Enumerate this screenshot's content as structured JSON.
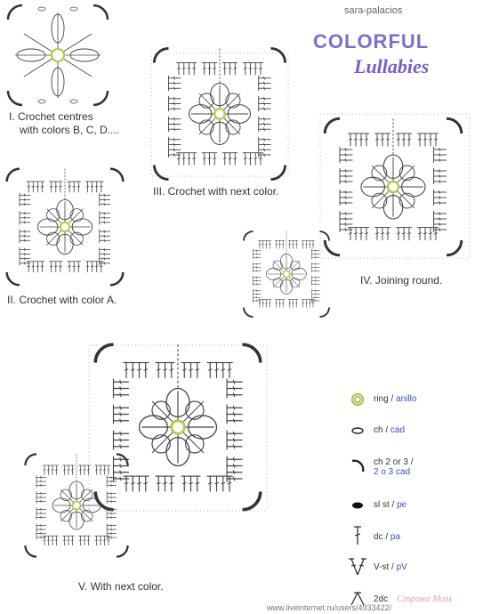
{
  "credit": "sara-palacios",
  "logo": {
    "line1": "COLORFUL",
    "line2": "Lullabies"
  },
  "captions": {
    "step1_line1": "I. Crochet centres",
    "step1_line2": "with colors B, C, D....",
    "step2": "II. Crochet with color A.",
    "step3": "III. Crochet with next color.",
    "step4": "IV. Joining round.",
    "step5": "V. With next color."
  },
  "legend": [
    {
      "icon": "ring-icon",
      "en": "ring",
      "sep": " / ",
      "es": "anillo"
    },
    {
      "icon": "chain-icon",
      "en": "ch",
      "sep": " / ",
      "es": "cad"
    },
    {
      "icon": "chain-arc-icon",
      "en": "ch 2 or 3 /",
      "sep": "",
      "es": "2 o 3 cad"
    },
    {
      "icon": "slip-stitch-icon",
      "en": "sl st",
      "sep": " / ",
      "es": "pe"
    },
    {
      "icon": "double-crochet-icon",
      "en": "dc",
      "sep": " / ",
      "es": "pa"
    },
    {
      "icon": "v-stitch-icon",
      "en": "V-st",
      "sep": " / ",
      "es": "pV"
    },
    {
      "icon": "decrease-icon",
      "en": "2dc",
      "sep": "",
      "es": ""
    }
  ],
  "watermark": {
    "url": "www.liveinternet.ru/users/4933422/",
    "brand": "Страна Мам"
  },
  "colors": {
    "ink": "#333333",
    "ring": "#b8c94a",
    "spanish": "#3a4fc0",
    "logo": "#7b6fd0"
  }
}
